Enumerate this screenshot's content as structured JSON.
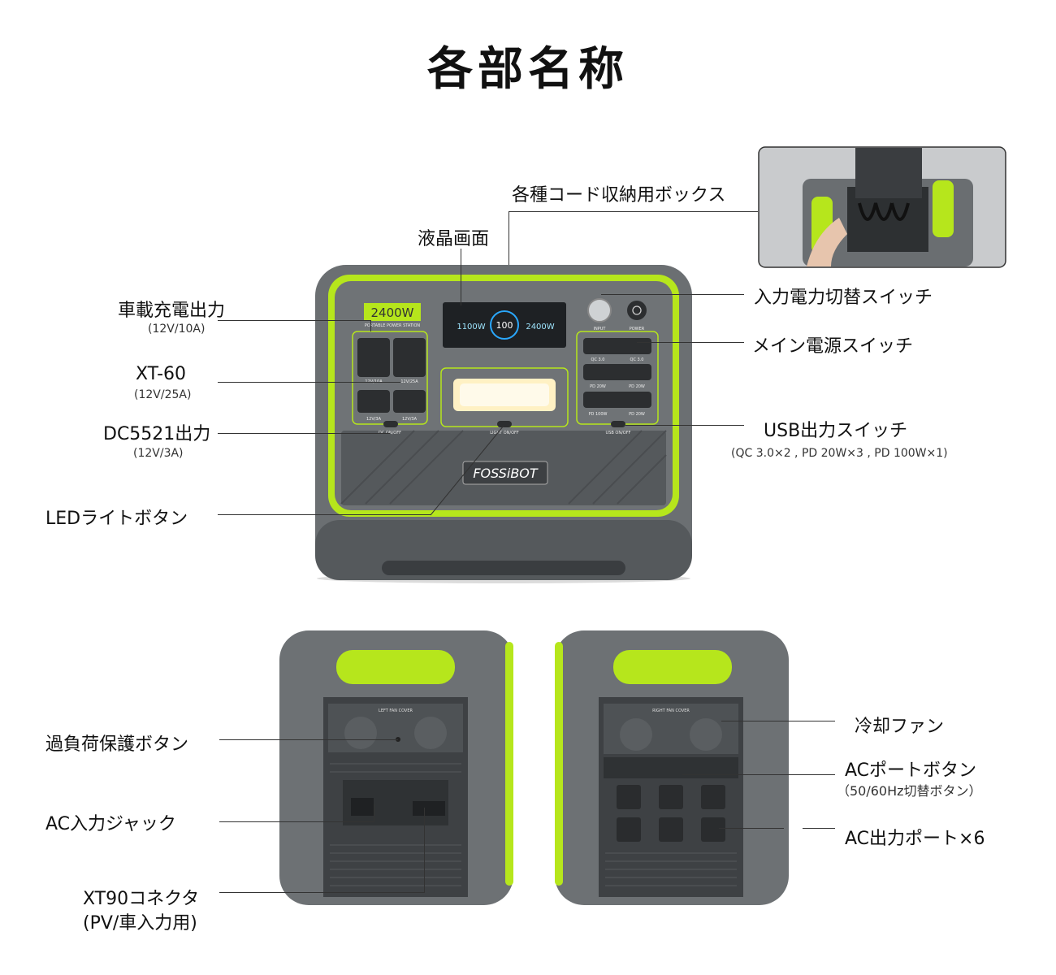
{
  "title": "各部名称",
  "product": {
    "capacity_badge": "2400W",
    "badge_sub": "PORTABLE POWER STATION",
    "brand": "FOSSiBOT",
    "dc_onoff": "DC ON/OFF",
    "light_onoff": "LIGHT ON/OFF",
    "usb_onoff": "USB ON/OFF",
    "input_label": "INPUT",
    "power_label": "POWER",
    "port_12v10a": "12V/10A",
    "port_12v25a": "12V/25A",
    "port_12v3a_1": "12V/3A",
    "port_12v3a_2": "12V/3A",
    "qc30_1": "QC 3.0",
    "qc30_2": "QC 3.0",
    "pd20_1": "PD 20W",
    "pd20_2": "PD 20W",
    "pd100": "PD 100W",
    "pd20_3": "PD 20W",
    "lcd_input": "1100W",
    "lcd_percent": "100",
    "lcd_output": "2400W",
    "left_fan_cover": "LEFT FAN COVER",
    "right_fan_cover": "RIGHT FAN COVER"
  },
  "labels": {
    "storage_box": "各種コード収納用ボックス",
    "lcd": "液晶画面",
    "car_output": "車載充電出力",
    "car_output_spec": "(12V/10A)",
    "xt60": "XT-60",
    "xt60_spec": "(12V/25A)",
    "dc5521": "DC5521出力",
    "dc5521_spec": "(12V/3A)",
    "led_button": "LEDライトボタン",
    "input_switch": "入力電力切替スイッチ",
    "main_power": "メイン電源スイッチ",
    "usb_switch": "USB出力スイッチ",
    "usb_spec": "(QC 3.0×2 , PD 20W×3 , PD 100W×1)",
    "overload": "過負荷保護ボタン",
    "ac_input": "AC入力ジャック",
    "xt90": "XT90コネクタ",
    "xt90_spec": "(PV/車入力用)",
    "cooling_fan": "冷却ファン",
    "ac_port_button": "ACポートボタン",
    "ac_port_button_spec": "（50/60Hz切替ボタン）",
    "ac_output": "AC出力ポート×6"
  },
  "colors": {
    "accent": "#b6e61c",
    "body": "#6d7174",
    "dark": "#3c3f42",
    "line": "#333333"
  }
}
